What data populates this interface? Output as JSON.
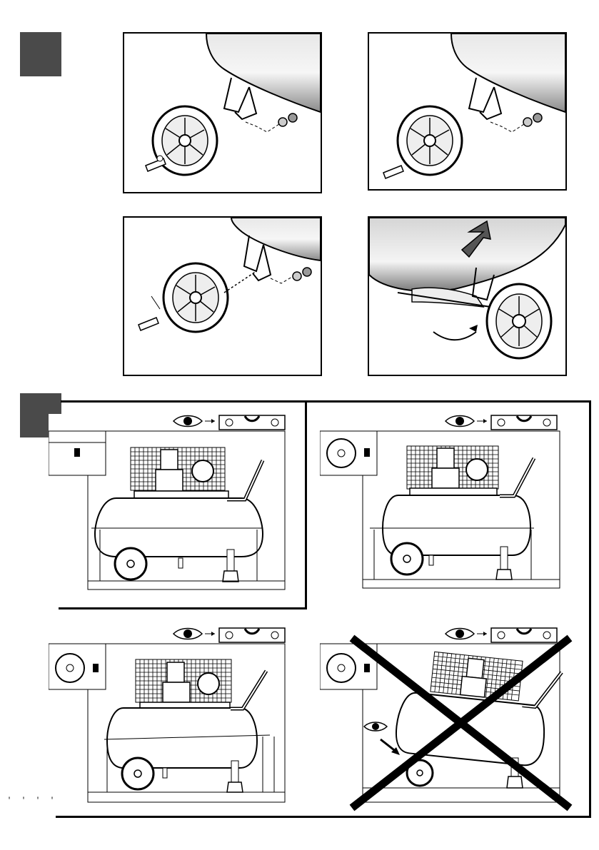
{
  "figures": [
    {
      "id": "1",
      "label": "",
      "panels": [
        "wheel-assembly-step-a",
        "wheel-assembly-step-b",
        "wheel-assembly-step-c",
        "tilt-compressor-step"
      ]
    },
    {
      "id": "2",
      "label": "",
      "panels": [
        "level-check-small-wheel",
        "level-check-medium-wheel",
        "level-check-large-wheel",
        "level-check-incorrect"
      ]
    }
  ],
  "corner_marks": "' ' ' '",
  "colors": {
    "badge": "#4a4a4a",
    "ink": "#000000",
    "tank_light": "#f4f4f4",
    "tank_shade": "#9a9a9a"
  }
}
